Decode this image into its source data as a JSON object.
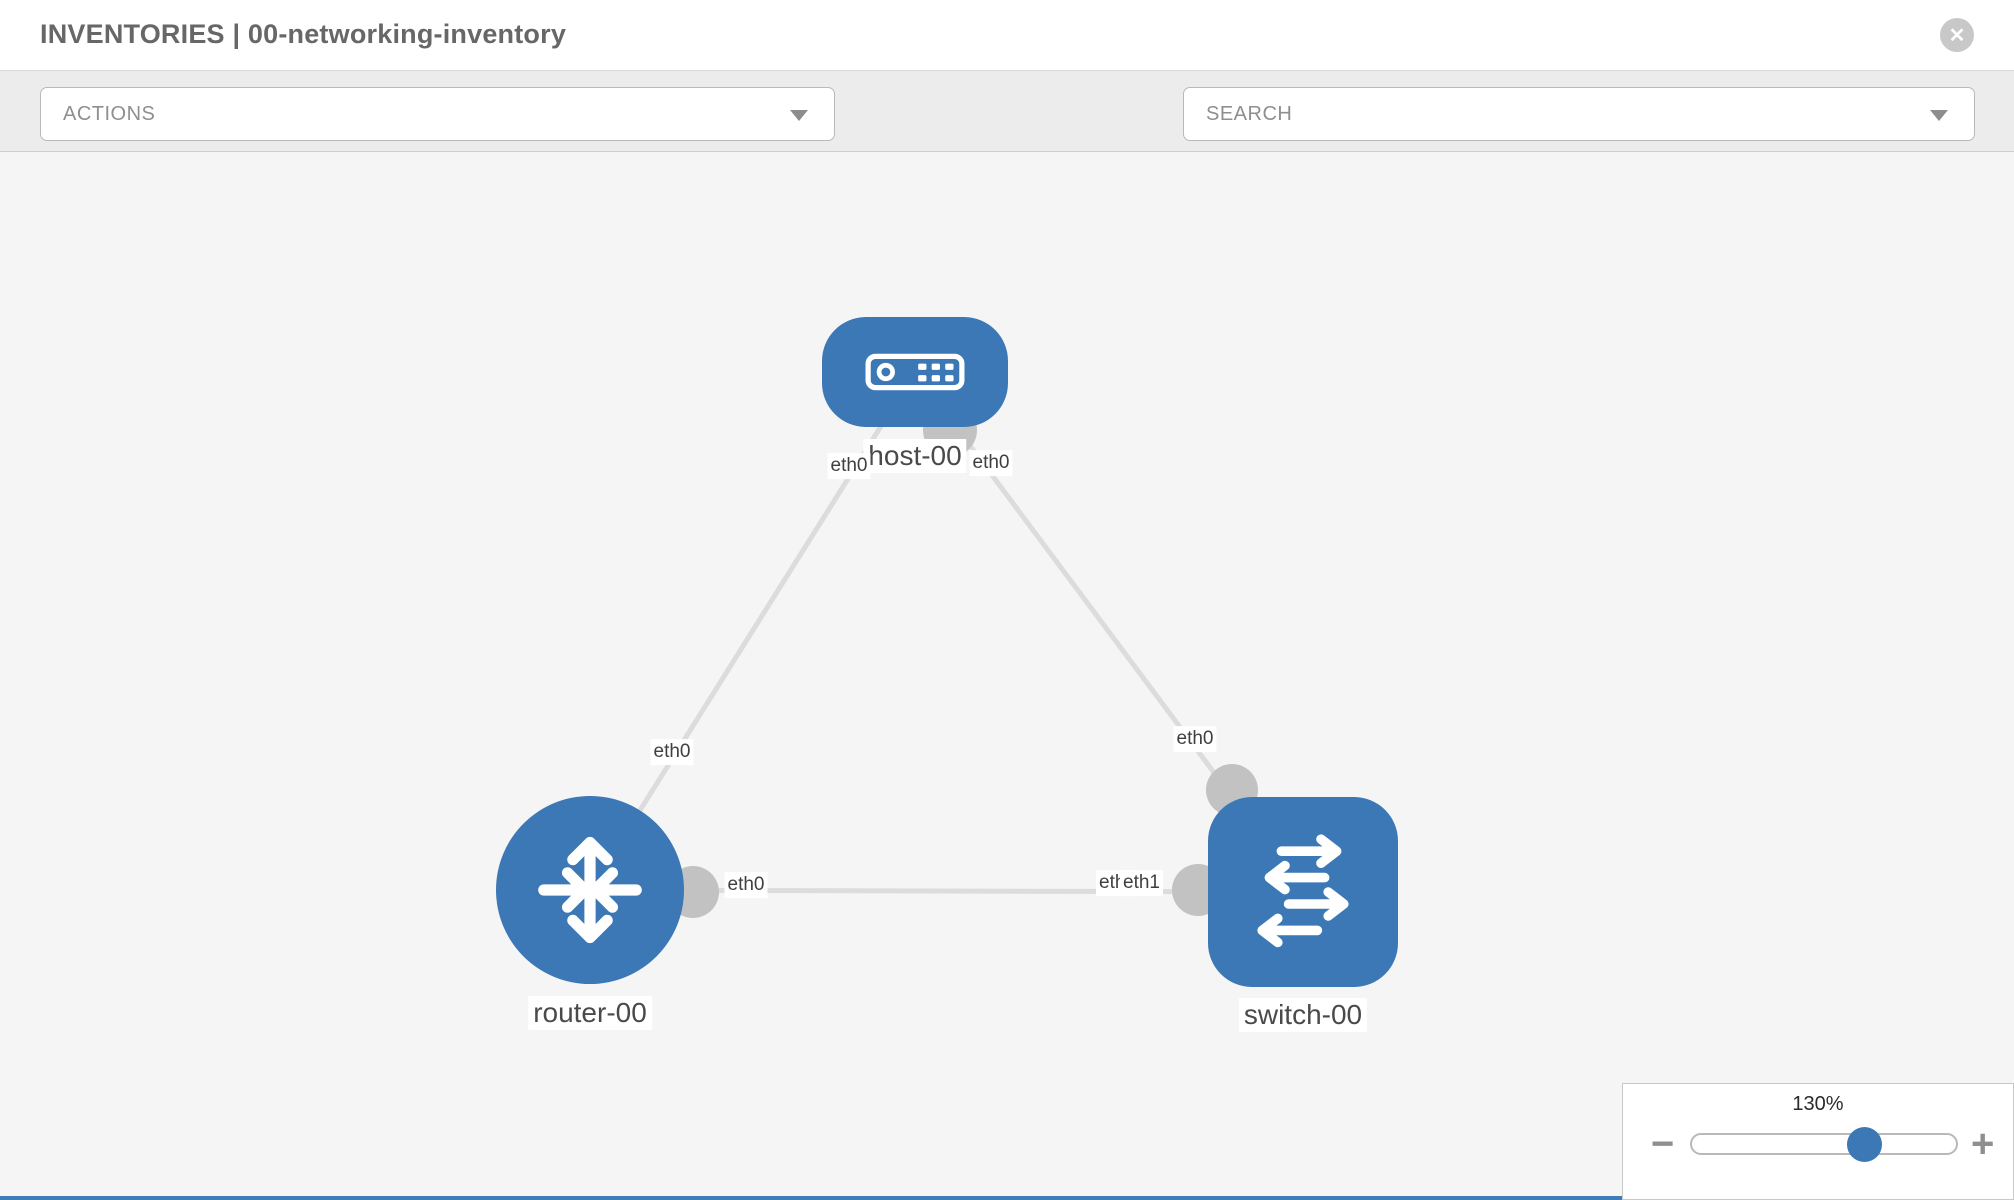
{
  "header": {
    "title": "INVENTORIES | 00-networking-inventory"
  },
  "toolbar": {
    "actions": {
      "label": "ACTIONS"
    },
    "search": {
      "placeholder": "SEARCH"
    },
    "icons": {
      "wrench": "wrench-icon",
      "key": "key-icon"
    }
  },
  "colors": {
    "node_blue": "#3b78b5",
    "link_gray": "#dcdcdc",
    "interface_gray": "#c2c2c2",
    "canvas_bg": "#f5f5f5"
  },
  "topology": {
    "nodes": [
      {
        "id": "host-00",
        "type": "host",
        "label": "host-00",
        "icon": "host-icon"
      },
      {
        "id": "router-00",
        "type": "router",
        "label": "router-00",
        "icon": "router-icon"
      },
      {
        "id": "switch-00",
        "type": "switch",
        "label": "switch-00",
        "icon": "switch-icon"
      }
    ],
    "interfaces": {
      "host_left": "eth0",
      "host_right": "eth0",
      "link_host_router": "eth0",
      "router_right": "eth0",
      "switch_top": "eth0",
      "switch_left_hidden": "eth0",
      "switch_left": "eth1"
    }
  },
  "zoom_control": {
    "level": "130%",
    "minus_label": "−",
    "plus_label": "+"
  }
}
